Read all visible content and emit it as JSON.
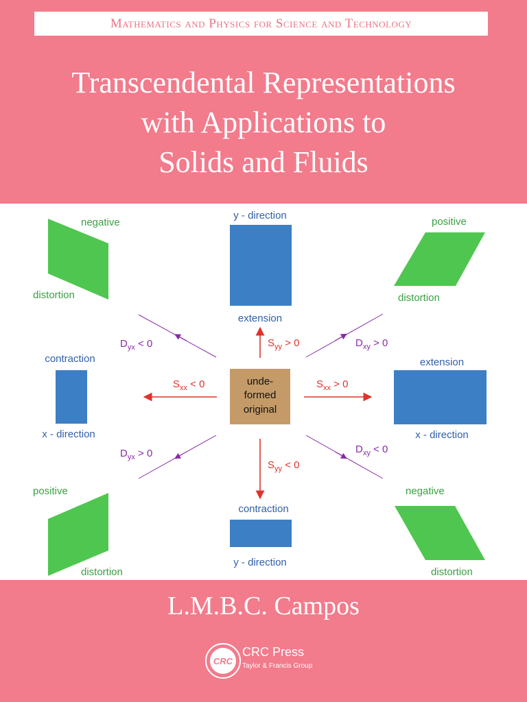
{
  "series": "Mathematics and Physics for Science and Technology",
  "title_lines": [
    "Transcendental Representations",
    "with Applications to",
    "Solids and Fluids"
  ],
  "author": "L.M.B.C. Campos",
  "publisher": {
    "logo_text": "CRC",
    "name": "CRC Press",
    "group": "Taylor & Francis Group"
  },
  "figure": {
    "center": [
      "unde-",
      "formed",
      "original"
    ],
    "top_left": {
      "upper": "negative",
      "lower": "distortion"
    },
    "top_center": {
      "upper": "y - direction",
      "lower": "extension"
    },
    "top_right": {
      "upper": "positive",
      "lower": "distortion"
    },
    "mid_left": {
      "upper": "contraction",
      "lower": "x - direction"
    },
    "mid_right": {
      "upper": "extension",
      "lower": "x - direction"
    },
    "bottom_left": {
      "upper": "positive",
      "lower": "distortion"
    },
    "bottom_center": {
      "upper": "contraction",
      "lower": "y - direction"
    },
    "bottom_right": {
      "upper": "negative",
      "lower": "distortion"
    },
    "arrows": {
      "syy_pos": {
        "sym": "S",
        "sub": "yy",
        "rel": " > 0"
      },
      "syy_neg": {
        "sym": "S",
        "sub": "yy",
        "rel": " < 0"
      },
      "sxx_pos": {
        "sym": "S",
        "sub": "xx",
        "rel": " > 0"
      },
      "sxx_neg": {
        "sym": "S",
        "sub": "xx",
        "rel": " < 0"
      },
      "dyx_neg": {
        "sym": "D",
        "sub": "yx",
        "rel": " < 0"
      },
      "dxy_pos": {
        "sym": "D",
        "sub": "xy",
        "rel": " > 0"
      },
      "dyx_pos": {
        "sym": "D",
        "sub": "yx",
        "rel": " > 0"
      },
      "dxy_neg": {
        "sym": "D",
        "sub": "xy",
        "rel": " < 0"
      }
    },
    "colors": {
      "green": "#4fc650",
      "blue": "#3c7fc4",
      "label_blue": "#2f5fa8",
      "label_green": "#3aa043",
      "red": "#e0322b",
      "purple": "#8a2aa8",
      "center_box": "#c49b68"
    }
  },
  "colors": {
    "background": "#f27b8c",
    "white": "#ffffff"
  }
}
